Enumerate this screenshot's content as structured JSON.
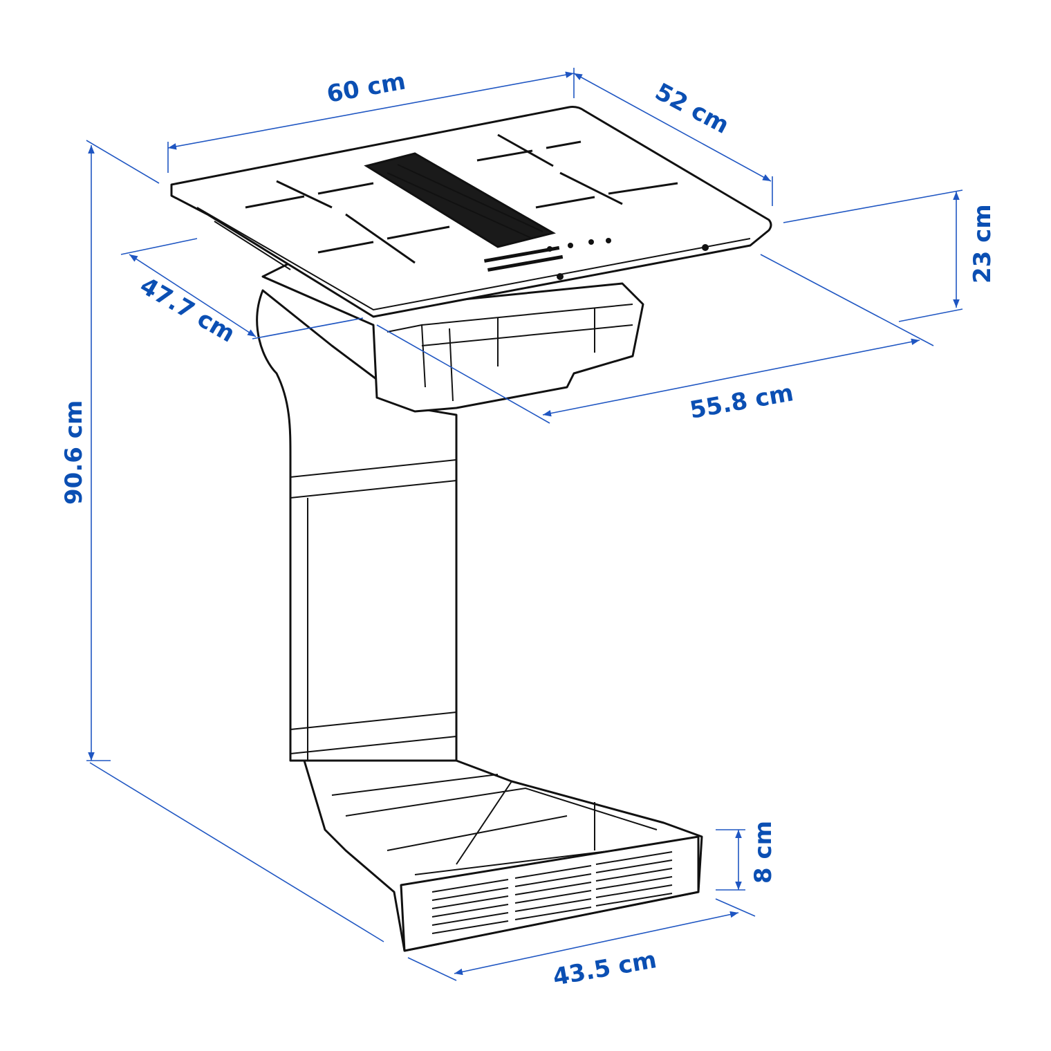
{
  "dimensions": {
    "width_top": "60 cm",
    "depth_top": "52 cm",
    "hob_height": "23 cm",
    "cutout_depth": "47.7 cm",
    "cutout_width": "55.8 cm",
    "total_height": "90.6 cm",
    "filter_height": "8 cm",
    "filter_width": "43.5 cm"
  },
  "colors": {
    "dimension": "#1f56c2",
    "outline": "#111111"
  }
}
